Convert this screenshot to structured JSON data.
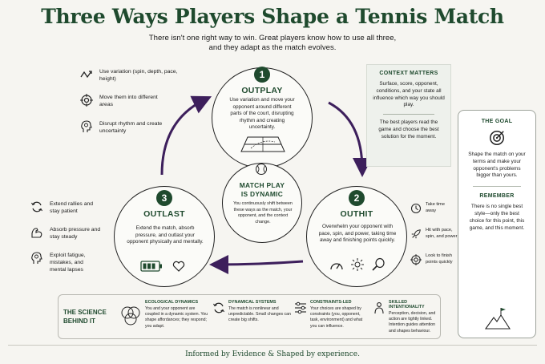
{
  "header": {
    "title": "Three Ways Players Shape a Tennis Match",
    "subtitle_line1": "There isn't one right way to win. Great players know how to use all three,",
    "subtitle_line2": "and they adapt as the match evolves."
  },
  "outplay": {
    "number": "1",
    "title": "OUTPLAY",
    "text": "Use variation and move your opponent around different parts of the court, disrupting rhythm and creating uncertainty.",
    "side_items": [
      {
        "icon": "variation-arrows-icon",
        "label": "Use variation (spin, depth, pace, height)"
      },
      {
        "icon": "target-icon",
        "label": "Move them into different areas"
      },
      {
        "icon": "head-icon",
        "label": "Disrupt rhythm and create uncertainty"
      }
    ]
  },
  "outhit": {
    "number": "2",
    "title": "OUTHIT",
    "text": "Overwhelm your opponent with pace, spin, and power, taking time away and finishing points quickly.",
    "side_items": [
      {
        "icon": "clock-icon",
        "label": "Take time away"
      },
      {
        "icon": "rocket-icon",
        "label": "Hit with pace, spin, and power"
      },
      {
        "icon": "target-icon",
        "label": "Look to finish points quickly"
      }
    ]
  },
  "outlast": {
    "number": "3",
    "title": "OUTLAST",
    "text": "Extend the match, absorb pressure, and outlast your opponent physically and mentally.",
    "side_items": [
      {
        "icon": "cycle-icon",
        "label": "Extend rallies and stay patient"
      },
      {
        "icon": "muscle-icon",
        "label": "Absorb pressure and stay steady"
      },
      {
        "icon": "head-icon",
        "label": "Exploit fatigue, mistakes, and mental lapses"
      }
    ]
  },
  "center": {
    "title_line1": "MATCH PLAY",
    "title_line2": "IS DYNAMIC",
    "text": "You continuously shift between these ways as the match, your opponent, and the context change."
  },
  "context_box": {
    "title": "CONTEXT MATTERS",
    "text1": "Surface, score, opponent, conditions, and your state all influence which way you should play.",
    "text2": "The best players read the game and choose the best solution for the moment."
  },
  "goal_box": {
    "title": "THE GOAL",
    "text": "Shape the match on your terms and make your opponent's problems bigger than yours.",
    "remember_title": "REMEMBER",
    "remember_text": "There is no single best style—only the best choice for this point, this game, and this moment."
  },
  "science": {
    "title_line1": "THE SCIENCE",
    "title_line2": "BEHIND IT",
    "columns": [
      {
        "title": "ECOLOGICAL DYNAMICS",
        "text": "You and your opponent are coupled in a dynamic system. You shape affordances; they respond; you adapt."
      },
      {
        "title": "DYNAMICAL SYSTEMS",
        "text": "The match is nonlinear and unpredictable. Small changes can create big shifts."
      },
      {
        "title": "CONSTRAINTS-LED",
        "text": "Your choices are shaped by constraints (you, opponent, task, environment) and what you can influence."
      },
      {
        "title": "SKILLED INTENTIONALITY",
        "text": "Perception, decision, and action are tightly linked. Intention guides attention and shapes behaviour."
      }
    ]
  },
  "footer": "Informed by Evidence & Shaped by experience.",
  "colors": {
    "brand_green": "#1f4a2e",
    "arrow_purple": "#3d1f5c",
    "background": "#f6f5f1"
  }
}
